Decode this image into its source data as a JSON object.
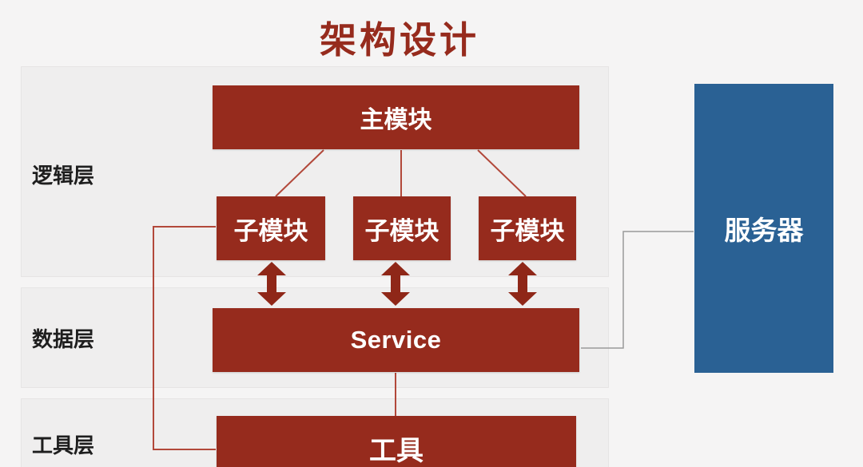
{
  "title": "架构设计",
  "layers": {
    "logic": "逻辑层",
    "data": "数据层",
    "tool": "工具层"
  },
  "nodes": {
    "main_module": "主模块",
    "sub_modules": [
      "子模块",
      "子模块",
      "子模块"
    ],
    "service": "Service",
    "tool": "工具",
    "server": "服务器"
  },
  "colors": {
    "box_red": "#962b1d",
    "server_blue": "#2a6194",
    "title_red": "#962b1d"
  }
}
